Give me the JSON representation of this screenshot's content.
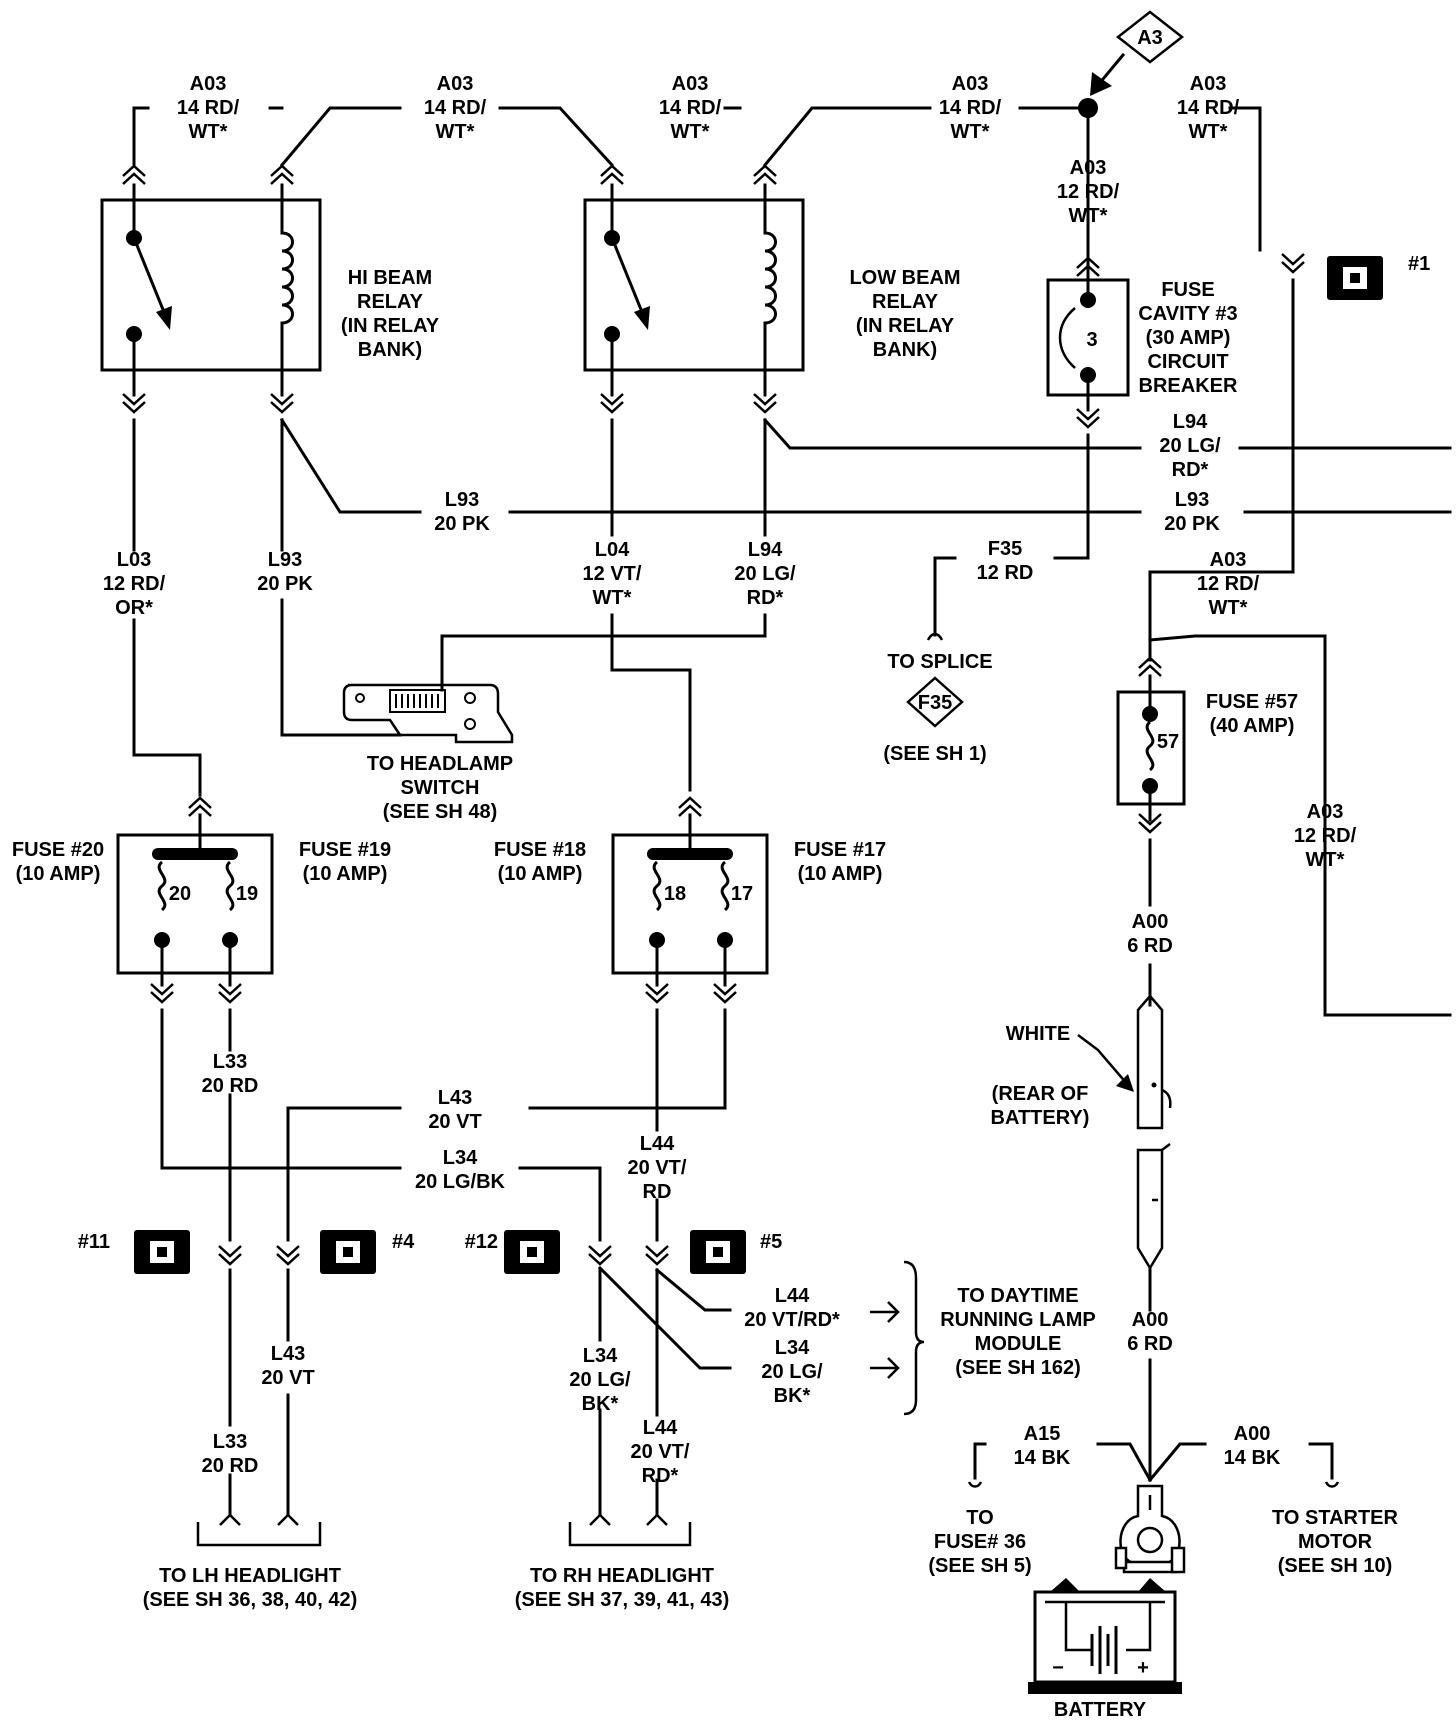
{
  "wires": {
    "a03_14_rdwt": [
      "A03",
      "14 RD/",
      "WT*"
    ],
    "a03_12_rdwt": [
      "A03",
      "12 RD/",
      "WT*"
    ],
    "l94_20_lgrd": [
      "L94",
      "20 LG/",
      "RD*"
    ],
    "l93_20_pk": [
      "L93",
      "20 PK"
    ],
    "l03_12_rdor": [
      "L03",
      "12 RD/",
      "OR*"
    ],
    "l04_12_vtwt": [
      "L04",
      "12 VT/",
      "WT*"
    ],
    "f35_12_rd": [
      "F35",
      "12 RD"
    ],
    "a00_6_rd": [
      "A00",
      "6 RD"
    ],
    "l33_20_rd": [
      "L33",
      "20 RD"
    ],
    "l43_20_vt": [
      "L43",
      "20 VT"
    ],
    "l34_20_lgbk_inline": [
      "L34",
      "20 LG/BK"
    ],
    "l34_20_lgbk": [
      "L34",
      "20 LG/",
      "BK*"
    ],
    "l44_20_vtrd": [
      "L44",
      "20 VT/",
      "RD*"
    ],
    "l44_20_vtrd_inline": [
      "L44",
      "20 VT/RD*"
    ],
    "l44_20_vt_rd_split": [
      "L44",
      "20 VT/",
      "RD"
    ],
    "a15_14_bk": [
      "A15",
      "14 BK"
    ],
    "a00_14_bk": [
      "A00",
      "14 BK"
    ]
  },
  "components": {
    "hi_beam_relay": [
      "HI BEAM",
      "RELAY",
      "(IN RELAY",
      "BANK)"
    ],
    "low_beam_relay": [
      "LOW BEAM",
      "RELAY",
      "(IN RELAY",
      "BANK)"
    ],
    "fuse_cavity_3": [
      "FUSE",
      "CAVITY #3",
      "(30 AMP)",
      "CIRCUIT",
      "BREAKER"
    ],
    "fuse_cavity_3_number": "3",
    "fuse_57": [
      "FUSE #57",
      "(40 AMP)"
    ],
    "fuse_57_number": "57",
    "fuse_20": [
      "FUSE #20",
      "(10 AMP)"
    ],
    "fuse_19": [
      "FUSE #19",
      "(10 AMP)"
    ],
    "fuse_18": [
      "FUSE #18",
      "(10 AMP)"
    ],
    "fuse_17": [
      "FUSE #17",
      "(10 AMP)"
    ],
    "fuse_numbers": [
      "20",
      "19",
      "18",
      "17"
    ],
    "battery": "BATTERY",
    "battery_minus": "−",
    "battery_plus": "+"
  },
  "connectors": {
    "a3": "A3",
    "f35": "F35",
    "ground_1": "#1",
    "ground_4": "#4",
    "ground_5": "#5",
    "ground_11": "#11",
    "ground_12": "#12"
  },
  "destinations": {
    "to_splice": "TO SPLICE",
    "see_sh_1": "(SEE SH 1)",
    "headlamp_switch": [
      "TO HEADLAMP",
      "SWITCH",
      "(SEE SH 48)"
    ],
    "white": "WHITE",
    "rear_of_battery": [
      "(REAR OF",
      "BATTERY)"
    ],
    "daytime_running_lamp": [
      "TO DAYTIME",
      "RUNNING LAMP",
      "MODULE",
      "(SEE SH 162)"
    ],
    "lh_headlight": [
      "TO LH HEADLIGHT",
      "(SEE SH 36, 38, 40, 42)"
    ],
    "rh_headlight": [
      "TO RH HEADLIGHT",
      "(SEE SH 37, 39, 41, 43)"
    ],
    "fuse_36": [
      "TO",
      "FUSE# 36",
      "(SEE SH 5)"
    ],
    "starter_motor": [
      "TO STARTER",
      "MOTOR",
      "(SEE SH 10)"
    ]
  }
}
